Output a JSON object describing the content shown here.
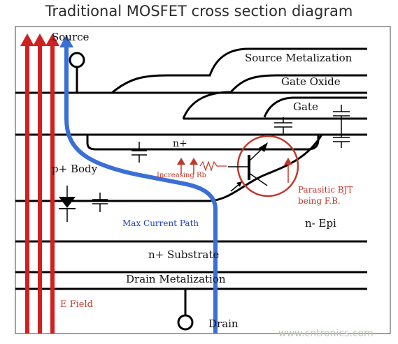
{
  "title": "Traditional MOSFET cross section diagram",
  "labels": {
    "source": "Source",
    "source_metalization": "Source Metalization",
    "gate_oxide": "Gate Oxide",
    "gate": "Gate",
    "n_plus": "n+",
    "p_body": "p+ Body",
    "increasing_rb": "Increasing Rb",
    "parasitic_bjt_line1": "Parasitic BJT",
    "parasitic_bjt_line2": "being F.B.",
    "max_current_path": "Max Current Path",
    "n_epi": "n-  Epi",
    "n_substrate": "n+ Substrate",
    "drain_metalization": "Drain Metalization",
    "e_field": "E Field",
    "drain": "Drain"
  },
  "watermark": "www.cntronics.com",
  "colors": {
    "e_field_arrow": "#d21f1f",
    "current_path": "#3a6fd6",
    "annotation_red": "#c0392b",
    "outline": "#000000"
  }
}
